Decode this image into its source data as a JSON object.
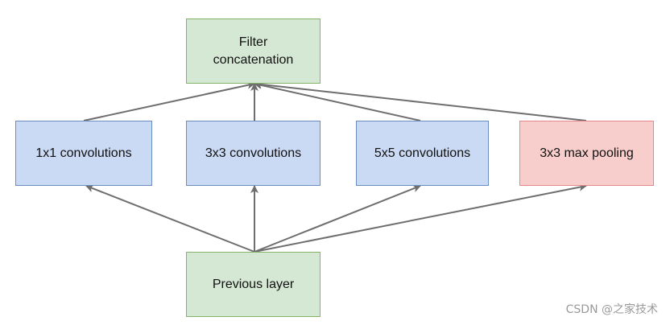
{
  "nodes": {
    "filter_concat": {
      "line1": "Filter",
      "line2": "concatenation"
    },
    "conv1x1": {
      "label": "1x1 convolutions"
    },
    "conv3x3": {
      "label": "3x3 convolutions"
    },
    "conv5x5": {
      "label": "5x5 convolutions"
    },
    "maxpool": {
      "label": "3x3 max pooling"
    },
    "previous": {
      "label": "Previous layer"
    }
  },
  "edges": [
    {
      "from": "previous",
      "to": "conv1x1"
    },
    {
      "from": "previous",
      "to": "conv3x3"
    },
    {
      "from": "previous",
      "to": "conv5x5"
    },
    {
      "from": "previous",
      "to": "maxpool"
    },
    {
      "from": "conv1x1",
      "to": "filter_concat"
    },
    {
      "from": "conv3x3",
      "to": "filter_concat"
    },
    {
      "from": "conv5x5",
      "to": "filter_concat"
    },
    {
      "from": "maxpool",
      "to": "filter_concat"
    }
  ],
  "colors": {
    "green_fill": "#d5e8d4",
    "blue_fill": "#cad9f4",
    "red_fill": "#f8cecc",
    "arrow": "#6e6e6e"
  },
  "watermark": "CSDN @之家技术"
}
